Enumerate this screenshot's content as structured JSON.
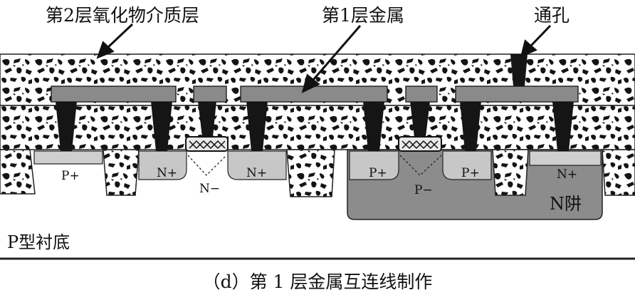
{
  "labels": {
    "dielectric_2": "第2层氧化物介质层",
    "metal_1": "第1层金属",
    "via": "通孔",
    "substrate": "P型衬底",
    "n_well": "N阱",
    "caption": "（d）第 1 层金属互连线制作"
  },
  "doping": {
    "p_plus_left": "P+",
    "n_plus_left": "N+",
    "n_plus_mid": "N+",
    "n_minus": "N−",
    "p_plus_a": "P+",
    "p_plus_b": "P+",
    "p_minus": "P−",
    "n_plus_right": "N+"
  },
  "colors": {
    "metal": "#8a8a8a",
    "well": "#8c8c8c",
    "plug": "#151515",
    "background": "#ffffff"
  }
}
